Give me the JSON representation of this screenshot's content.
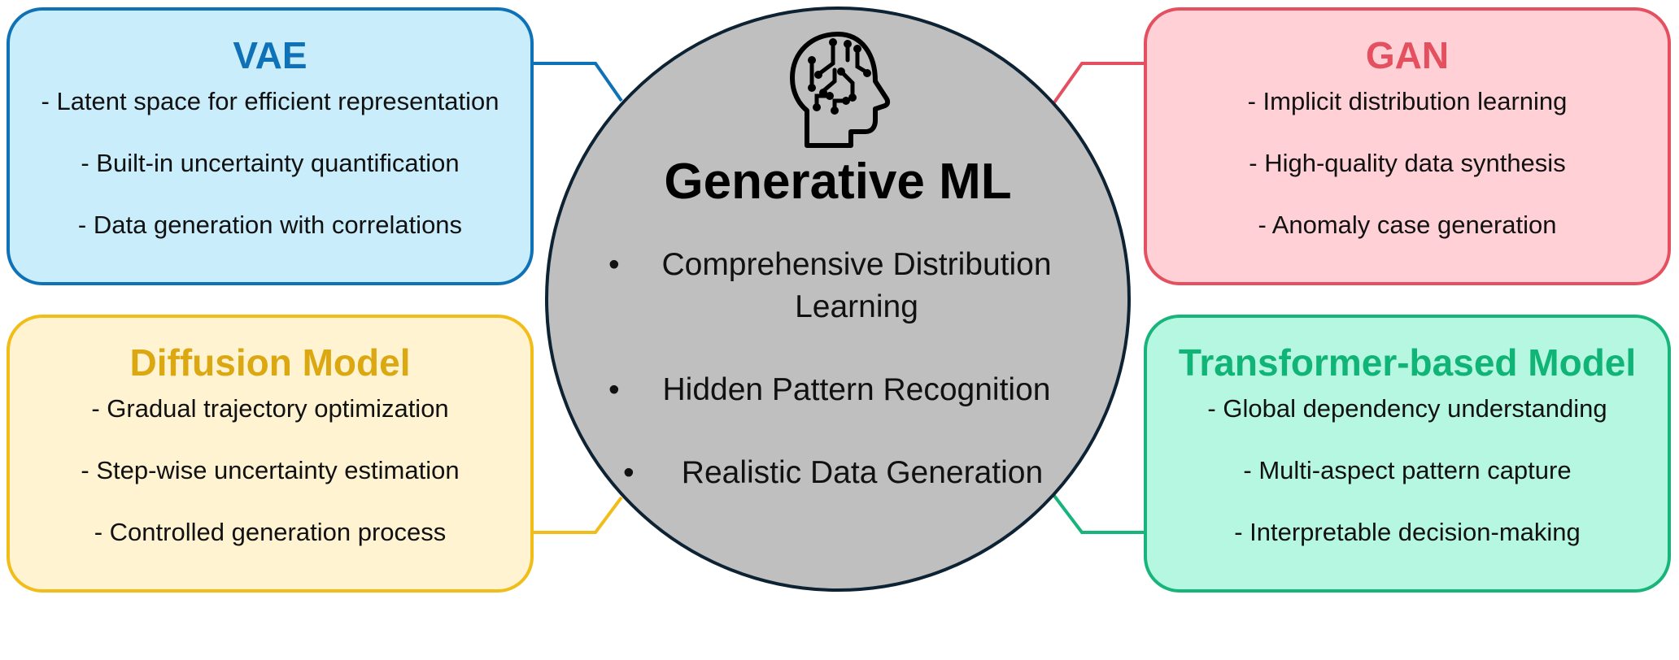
{
  "center": {
    "title": "Generative ML",
    "bullets": [
      "Comprehensive Distribution Learning",
      "Hidden Pattern Recognition",
      "Realistic Data Generation"
    ],
    "bullet_symbol": "•",
    "icon": "brain-circuit-head-icon"
  },
  "boxes": {
    "vae": {
      "title": "VAE",
      "points": [
        "- Latent space for efficient representation",
        "- Built-in uncertainty quantification",
        "- Data generation with correlations"
      ],
      "color": "#0f72b6"
    },
    "gan": {
      "title": "GAN",
      "points": [
        "- Implicit distribution learning",
        "- High-quality data synthesis",
        "- Anomaly case generation"
      ],
      "color": "#e4505f"
    },
    "diffusion": {
      "title": "Diffusion Model",
      "points": [
        "- Gradual trajectory optimization",
        "- Step-wise uncertainty estimation",
        "- Controlled generation process"
      ],
      "color": "#dba812"
    },
    "transformer": {
      "title": "Transformer-based Model",
      "points": [
        "- Global dependency understanding",
        "- Multi-aspect pattern capture",
        "- Interpretable decision-making"
      ],
      "color": "#10b477"
    }
  }
}
